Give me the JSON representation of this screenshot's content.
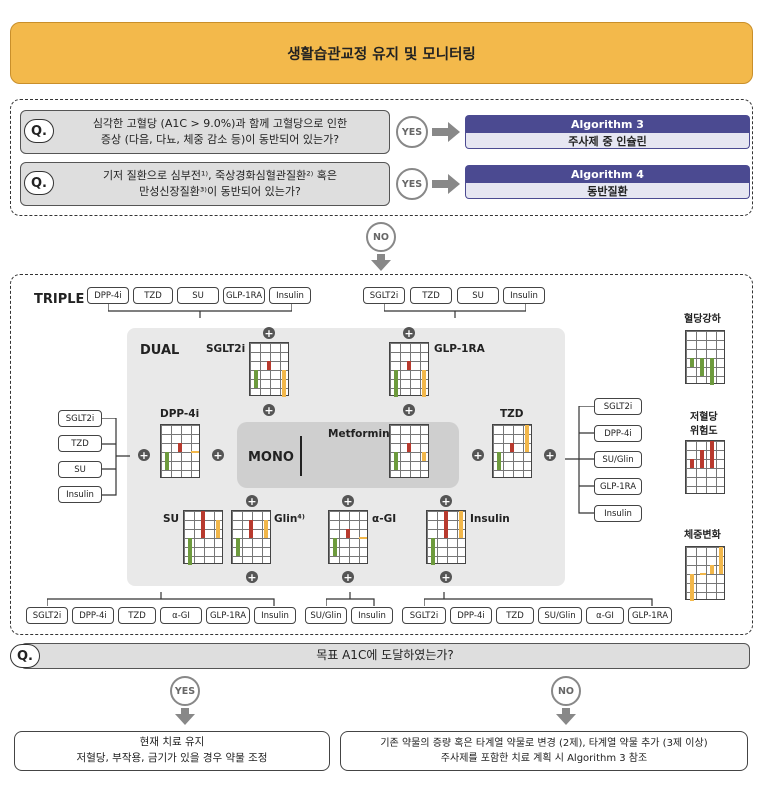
{
  "banner": "생활습관교정 유지 및 모니터링",
  "q_label": "Q.",
  "q1": {
    "line1": "심각한 고혈당 (A1C > 9.0%)과 함께 고혈당으로 인한",
    "line2": "증상 (다음, 다뇨, 체중 감소 등)이 동반되어 있는가?",
    "yes": "YES",
    "alg_title": "Algorithm 3",
    "alg_desc": "주사제 중 인슐린"
  },
  "q2": {
    "line1": "기저 질환으로 심부전¹⁾, 죽상경화심혈관질환²⁾ 혹은",
    "line2": "만성신장질환³⁾이 동반되어 있는가?",
    "yes": "YES",
    "alg_title": "Algorithm 4",
    "alg_desc": "동반질환"
  },
  "no": "NO",
  "triple": "TRIPLE",
  "dual": "DUAL",
  "mono": "MONO",
  "drugs": {
    "sglt2i": "SGLT2i",
    "glp1ra": "GLP-1RA",
    "dpp4i": "DPP-4i",
    "tzd": "TZD",
    "metformin": "Metformin",
    "su": "SU",
    "glin": "Glin⁴⁾",
    "agi": "α-GI",
    "insulin": "Insulin"
  },
  "triple_top_left": [
    "DPP-4i",
    "TZD",
    "SU",
    "GLP-1RA",
    "Insulin"
  ],
  "triple_top_right": [
    "SGLT2i",
    "TZD",
    "SU",
    "Insulin"
  ],
  "left_list": [
    "SGLT2i",
    "TZD",
    "SU",
    "Insulin"
  ],
  "right_list": [
    "SGLT2i",
    "DPP-4i",
    "SU/Glin",
    "GLP-1RA",
    "Insulin"
  ],
  "bottom_left": [
    "SGLT2i",
    "DPP-4i",
    "TZD",
    "α-GI",
    "GLP-1RA",
    "Insulin"
  ],
  "bottom_mid": [
    "SU/Glin",
    "Insulin"
  ],
  "bottom_right": [
    "SGLT2i",
    "DPP-4i",
    "TZD",
    "SU/Glin",
    "α-GI",
    "GLP-1RA"
  ],
  "legend": {
    "glucose": "혈당강하",
    "hypo_line1": "저혈당",
    "hypo_line2": "위험도",
    "weight": "체중변화"
  },
  "colors": {
    "green": "#6d9a3d",
    "red": "#b83a2e",
    "orange": "#f2b74a",
    "purple": "#4b4a91",
    "banner": "#f3b94b"
  },
  "goal_q": "목표 A1C에 도달하였는가?",
  "yes": "YES",
  "result_yes": {
    "line1": "현재 치료 유지",
    "line2": "저혈당, 부작용, 금기가 있을 경우 약물 조정"
  },
  "result_no": {
    "line1": "기존 약물의 증량 혹은 타계열 약물로 변경 (2제), 타계열 약물 추가 (3제 이상)",
    "line2": "주사제를 포함한 치료 계획 시 Algorithm 3 참조"
  }
}
